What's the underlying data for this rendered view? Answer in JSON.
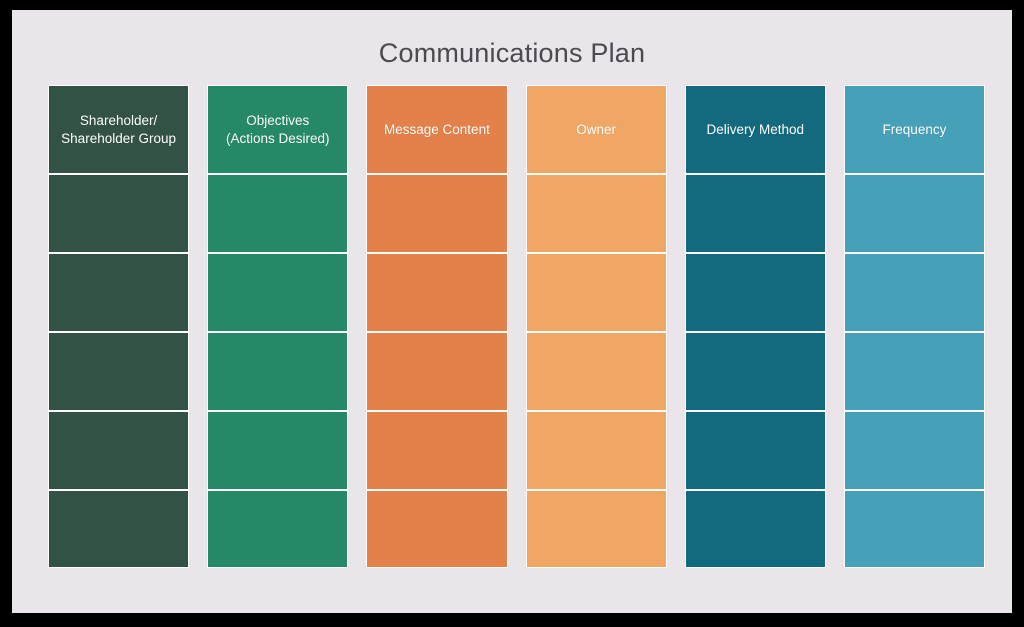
{
  "board": {
    "title": "Communications Plan",
    "canvas_color": "#e9e5ea",
    "frame_color": "#000000",
    "title_color": "#4a4a4f",
    "separator_color": "#ffffff",
    "row_count_body": 5,
    "column_count": 6
  },
  "columns": [
    {
      "header": "Shareholder/\nShareholder Group",
      "color": "#325245",
      "name": "shareholder-group",
      "cells": [
        "",
        "",
        "",
        "",
        ""
      ]
    },
    {
      "header": "Objectives\n(Actions Desired)",
      "color": "#258968",
      "name": "objectives",
      "cells": [
        "",
        "",
        "",
        "",
        ""
      ]
    },
    {
      "header": "Message Content",
      "color": "#e4804a",
      "name": "message-content",
      "cells": [
        "",
        "",
        "",
        "",
        ""
      ]
    },
    {
      "header": "Owner",
      "color": "#f0a765",
      "name": "owner",
      "cells": [
        "",
        "",
        "",
        "",
        ""
      ]
    },
    {
      "header": "Delivery Method",
      "color": "#136a7f",
      "name": "delivery-method",
      "cells": [
        "",
        "",
        "",
        "",
        ""
      ]
    },
    {
      "header": "Frequency",
      "color": "#46a0b8",
      "name": "frequency",
      "cells": [
        "",
        "",
        "",
        "",
        ""
      ]
    }
  ]
}
